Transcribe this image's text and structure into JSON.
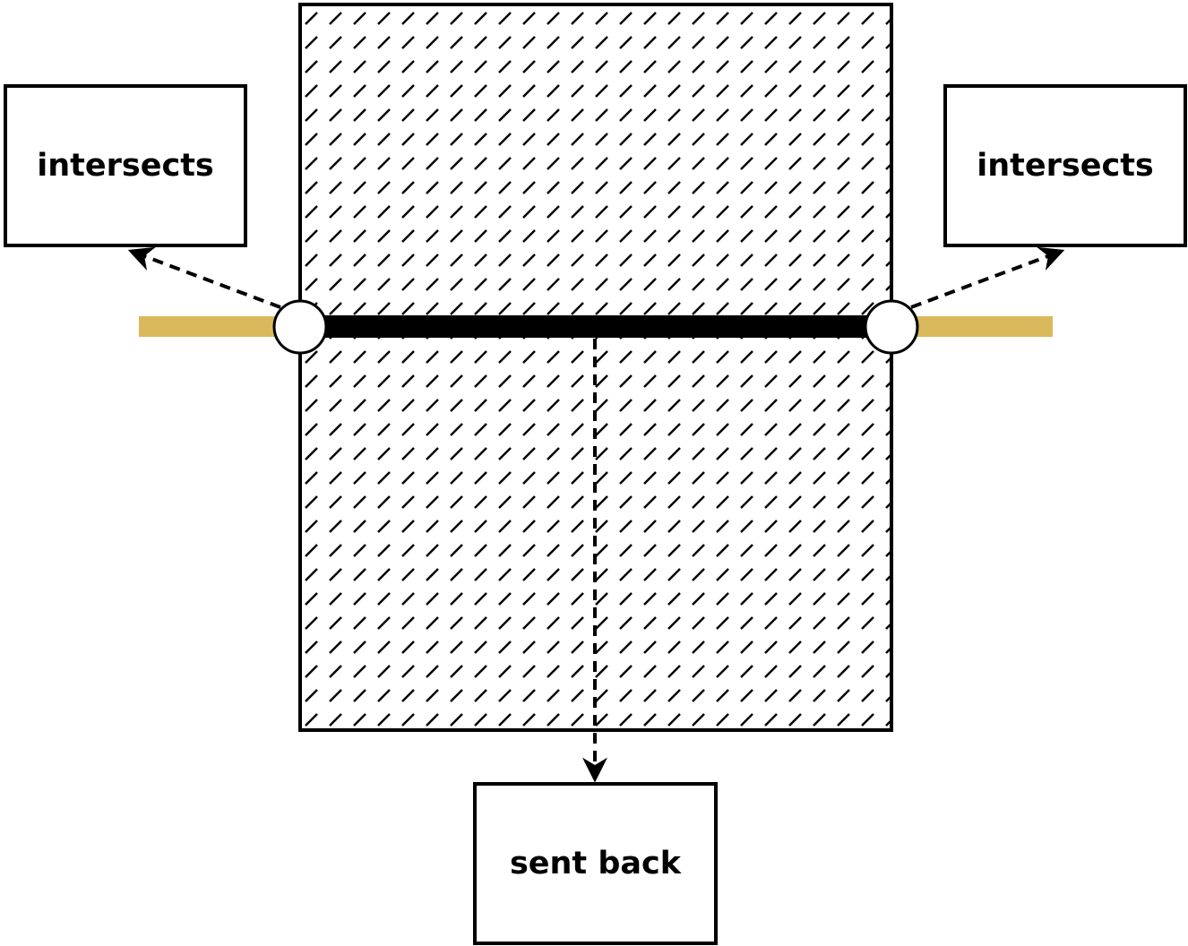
{
  "diagram": {
    "left_box_label": "intersects",
    "right_box_label": "intersects",
    "bottom_box_label": "sent back",
    "colors": {
      "outside_segment": "#d9b95c",
      "inside_segment": "#000000",
      "region_outline": "#000000",
      "hatch": "#000000",
      "intersection_point_fill": "#ffffff",
      "background": "#ffffff"
    }
  }
}
